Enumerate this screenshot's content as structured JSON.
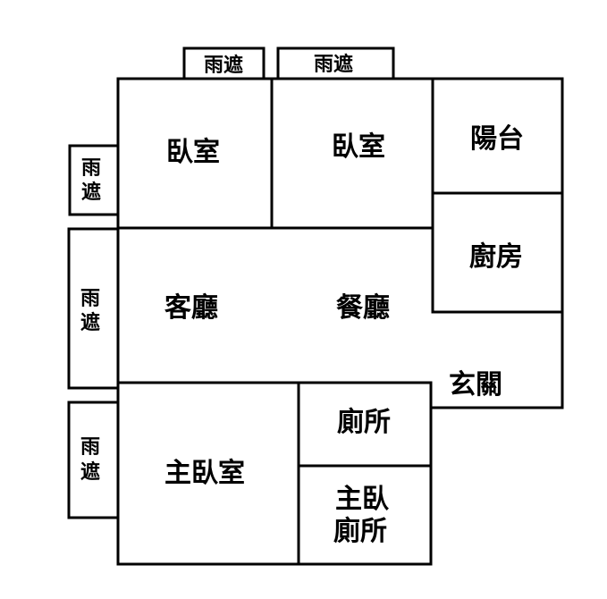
{
  "rooms": {
    "bedroom_top_left": "臥室",
    "bedroom_top_middle": "臥室",
    "balcony": "陽台",
    "kitchen": "廚房",
    "living_room": "客廳",
    "dining_room": "餐廳",
    "entrance": "玄關",
    "bathroom": "廁所",
    "master_bedroom": "主臥室",
    "master_bathroom_line1": "主臥",
    "master_bathroom_line2": "廁所"
  },
  "awnings": {
    "top_left": "雨遮",
    "top_right": "雨遮",
    "left_top_line1": "雨",
    "left_top_line2": "遮",
    "left_middle_line1": "雨",
    "left_middle_line2": "遮",
    "left_bottom_line1": "雨",
    "left_bottom_line2": "遮"
  }
}
